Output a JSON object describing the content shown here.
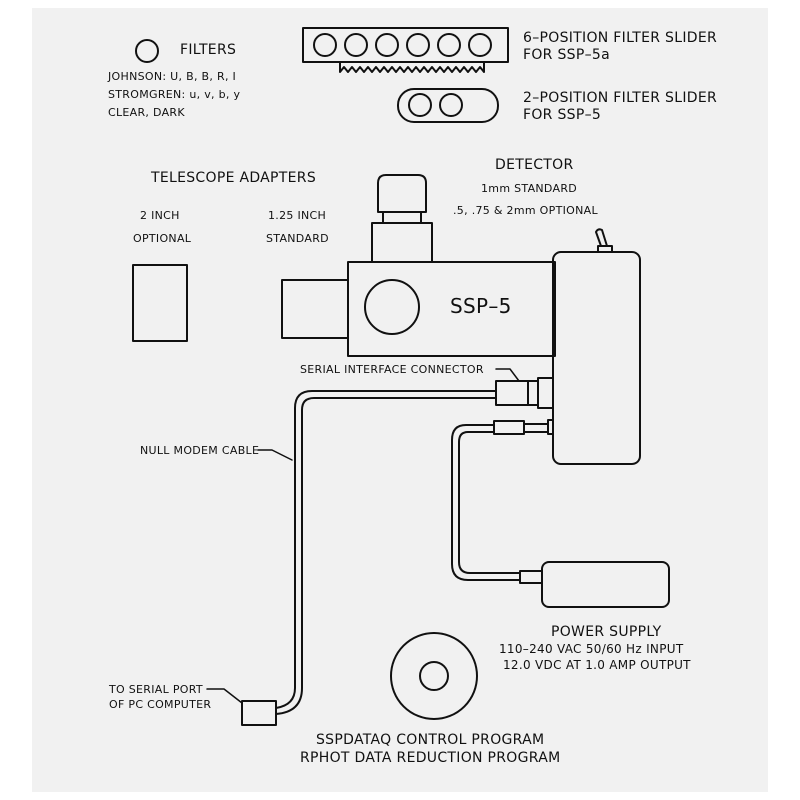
{
  "filters": {
    "title": "FILTERS",
    "johnson": "JOHNSON: U, B, B, R, I",
    "stromgren": "STROMGREN: u, v, b, y",
    "clear_dark": "CLEAR, DARK"
  },
  "slider6": {
    "line1": "6–POSITION FILTER SLIDER",
    "line2": "FOR SSP–5a"
  },
  "slider2": {
    "line1": "2–POSITION FILTER SLIDER",
    "line2": "FOR SSP–5"
  },
  "detector": {
    "title": "DETECTOR",
    "standard": "1mm STANDARD",
    "optional": ".5, .75 & 2mm   OPTIONAL"
  },
  "adapters": {
    "title": "TELESCOPE ADAPTERS",
    "two_inch": "2 INCH",
    "two_inch_note": "OPTIONAL",
    "small": "1.25 INCH",
    "small_note": "STANDARD"
  },
  "photometer_label": "SSP–5",
  "serial_connector": "SERIAL INTERFACE CONNECTOR",
  "null_modem": "NULL MODEM CABLE",
  "pc_port": {
    "line1": "TO SERIAL PORT",
    "line2": "OF PC COMPUTER"
  },
  "power": {
    "title": "POWER SUPPLY",
    "input": "110–240 VAC 50/60 Hz INPUT",
    "output": "12.0 VDC AT 1.0 AMP OUTPUT"
  },
  "software": {
    "line1": "SSPDATAQ CONTROL PROGRAM",
    "line2": "RPHOT DATA REDUCTION PROGRAM"
  }
}
